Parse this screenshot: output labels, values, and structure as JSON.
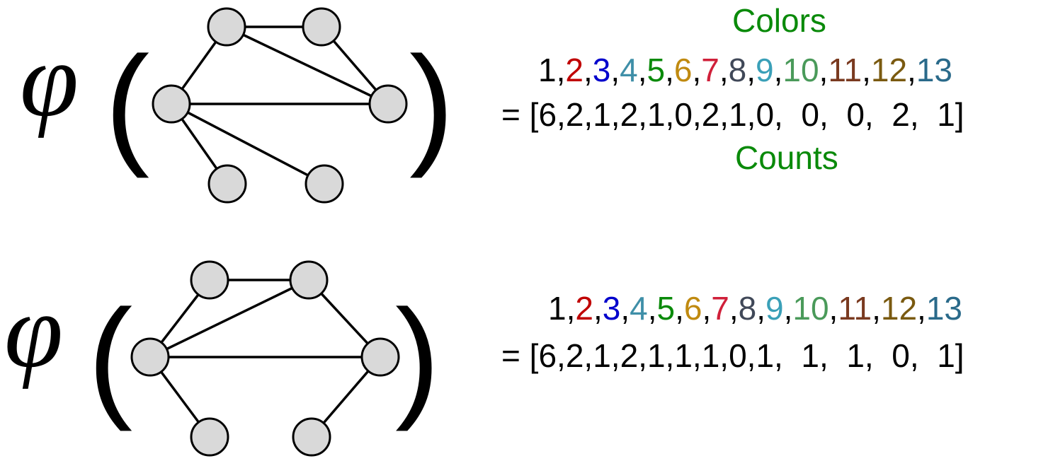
{
  "symbol": "φ",
  "open_paren": "(",
  "close_paren": ")",
  "labels": {
    "colors": "Colors",
    "counts": "Counts"
  },
  "colors": [
    {
      "text": "1",
      "color": "#000000"
    },
    {
      "text": "2",
      "color": "#c00000"
    },
    {
      "text": "3",
      "color": "#0000cc"
    },
    {
      "text": "4",
      "color": "#3f8fa8"
    },
    {
      "text": "5",
      "color": "#0a8a0a"
    },
    {
      "text": "6",
      "color": "#c08a10"
    },
    {
      "text": "7",
      "color": "#d0203a"
    },
    {
      "text": "8",
      "color": "#404858"
    },
    {
      "text": "9",
      "color": "#3aa0b8"
    },
    {
      "text": "10",
      "color": "#4a9a5a"
    },
    {
      "text": "11",
      "color": "#7a3a20"
    },
    {
      "text": "12",
      "color": "#7a5a10"
    },
    {
      "text": "13",
      "color": "#2a6a8a"
    }
  ],
  "top": {
    "color_row_prefix": "",
    "counts_prefix": "= [",
    "counts": [
      "6",
      "2",
      "1",
      "2",
      "1",
      "0",
      "2",
      "1",
      "0",
      "0",
      "0",
      "2",
      "1"
    ],
    "counts_suffix": "]"
  },
  "bottom": {
    "counts_prefix": "= [",
    "counts": [
      "6",
      "2",
      "1",
      "2",
      "1",
      "1",
      "1",
      "0",
      "1",
      "1",
      "1",
      "0",
      "1"
    ],
    "counts_suffix": "]"
  }
}
